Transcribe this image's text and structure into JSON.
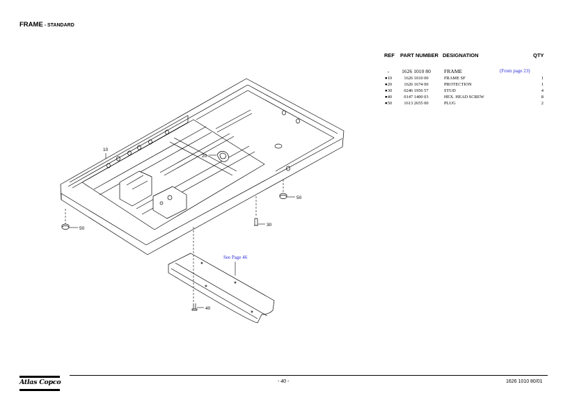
{
  "header": {
    "title_main": "FRAME",
    "title_sub": " - STANDARD"
  },
  "table": {
    "columns": {
      "ref": "REF",
      "part_number": "PART NUMBER",
      "designation": "DESIGNATION",
      "qty": "QTY"
    },
    "rows": [
      {
        "ref": "-",
        "part_number": "1626 1010 80",
        "designation": "FRAME",
        "note": "(From page 23)",
        "qty": ""
      },
      {
        "ref": "●10",
        "part_number": "1626 1010 00",
        "designation": "FRAME SF",
        "note": "",
        "qty": "1"
      },
      {
        "ref": "●20",
        "part_number": "1626 1674 00",
        "designation": "PROTECTION",
        "note": "",
        "qty": "1"
      },
      {
        "ref": "●30",
        "part_number": "0246 1956 57",
        "designation": "STUD",
        "note": "",
        "qty": "4"
      },
      {
        "ref": "●40",
        "part_number": "0147 1400 03",
        "designation": "HEX. HEAD SCREW",
        "note": "",
        "qty": "8"
      },
      {
        "ref": "●50",
        "part_number": "1613 2655 00",
        "designation": "PLUG",
        "note": "",
        "qty": "2"
      }
    ]
  },
  "diagram": {
    "callouts": {
      "c10": "10",
      "c20": "20",
      "c30": "30",
      "c40": "40",
      "c50a": "50",
      "c50b": "50"
    },
    "see_page": "See Page 46"
  },
  "footer": {
    "logo_text": "Atlas Copco",
    "page": "- 40 -",
    "doc_number": "1626 1010 80/01"
  }
}
